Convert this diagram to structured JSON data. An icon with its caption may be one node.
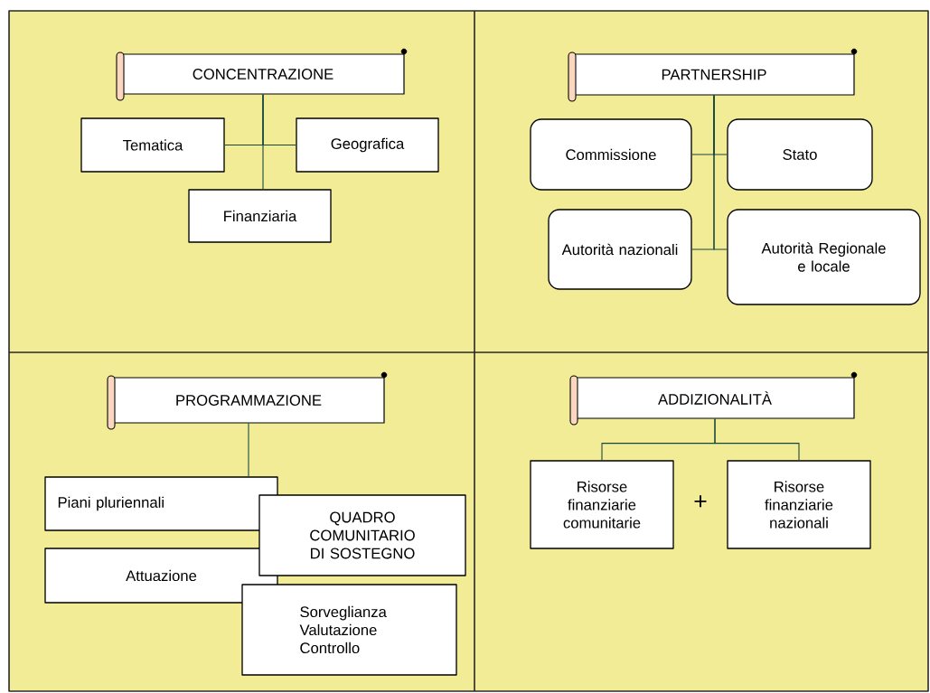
{
  "diagram": {
    "nodes": [
      {
        "text": [
          "CONCENTRAZIONE"
        ]
      },
      {
        "text": [
          "Tematica"
        ]
      },
      {
        "text": [
          "Geografica"
        ]
      },
      {
        "text": [
          "Finanziaria"
        ]
      },
      {
        "text": [
          "PARTNERSHIP"
        ]
      },
      {
        "text": [
          "Commissione"
        ]
      },
      {
        "text": [
          "Stato"
        ]
      },
      {
        "text": [
          "Autorità nazionali"
        ]
      },
      {
        "text": [
          "Autorità Regionale e locale"
        ]
      },
      {
        "text": [
          "PROGRAMMAZIONE"
        ]
      },
      {
        "text": [
          "Piani pluriennali"
        ]
      },
      {
        "text": [
          "QUADRO COMUNITARIO DI SOSTEGNO"
        ]
      },
      {
        "text": [
          "Attuazione"
        ]
      },
      {
        "text": [
          "Sorveglianza Valutazione Controllo"
        ]
      },
      {
        "text": [
          "ADDIZIONALITÀ"
        ]
      },
      {
        "text": [
          "Risorse finanziarie comunitarie"
        ]
      },
      {
        "text": [
          "Risorse finanziarie nazionali"
        ]
      }
    ],
    "edges": [
      {
        "from": 0,
        "to": 1,
        "arrow": "none"
      },
      {
        "from": 0,
        "to": 2,
        "arrow": "none"
      },
      {
        "from": 0,
        "to": 3,
        "arrow": "none"
      },
      {
        "from": 4,
        "to": 5,
        "arrow": "none"
      },
      {
        "from": 4,
        "to": 6,
        "arrow": "none"
      },
      {
        "from": 4,
        "to": 7,
        "arrow": "none"
      },
      {
        "from": 4,
        "to": 8,
        "arrow": "none"
      },
      {
        "from": 9,
        "to": 10,
        "arrow": "none"
      },
      {
        "from": 14,
        "to": 15,
        "arrow": "none"
      },
      {
        "from": 14,
        "to": 16,
        "arrow": "none"
      }
    ],
    "labels": [
      "+"
    ]
  }
}
